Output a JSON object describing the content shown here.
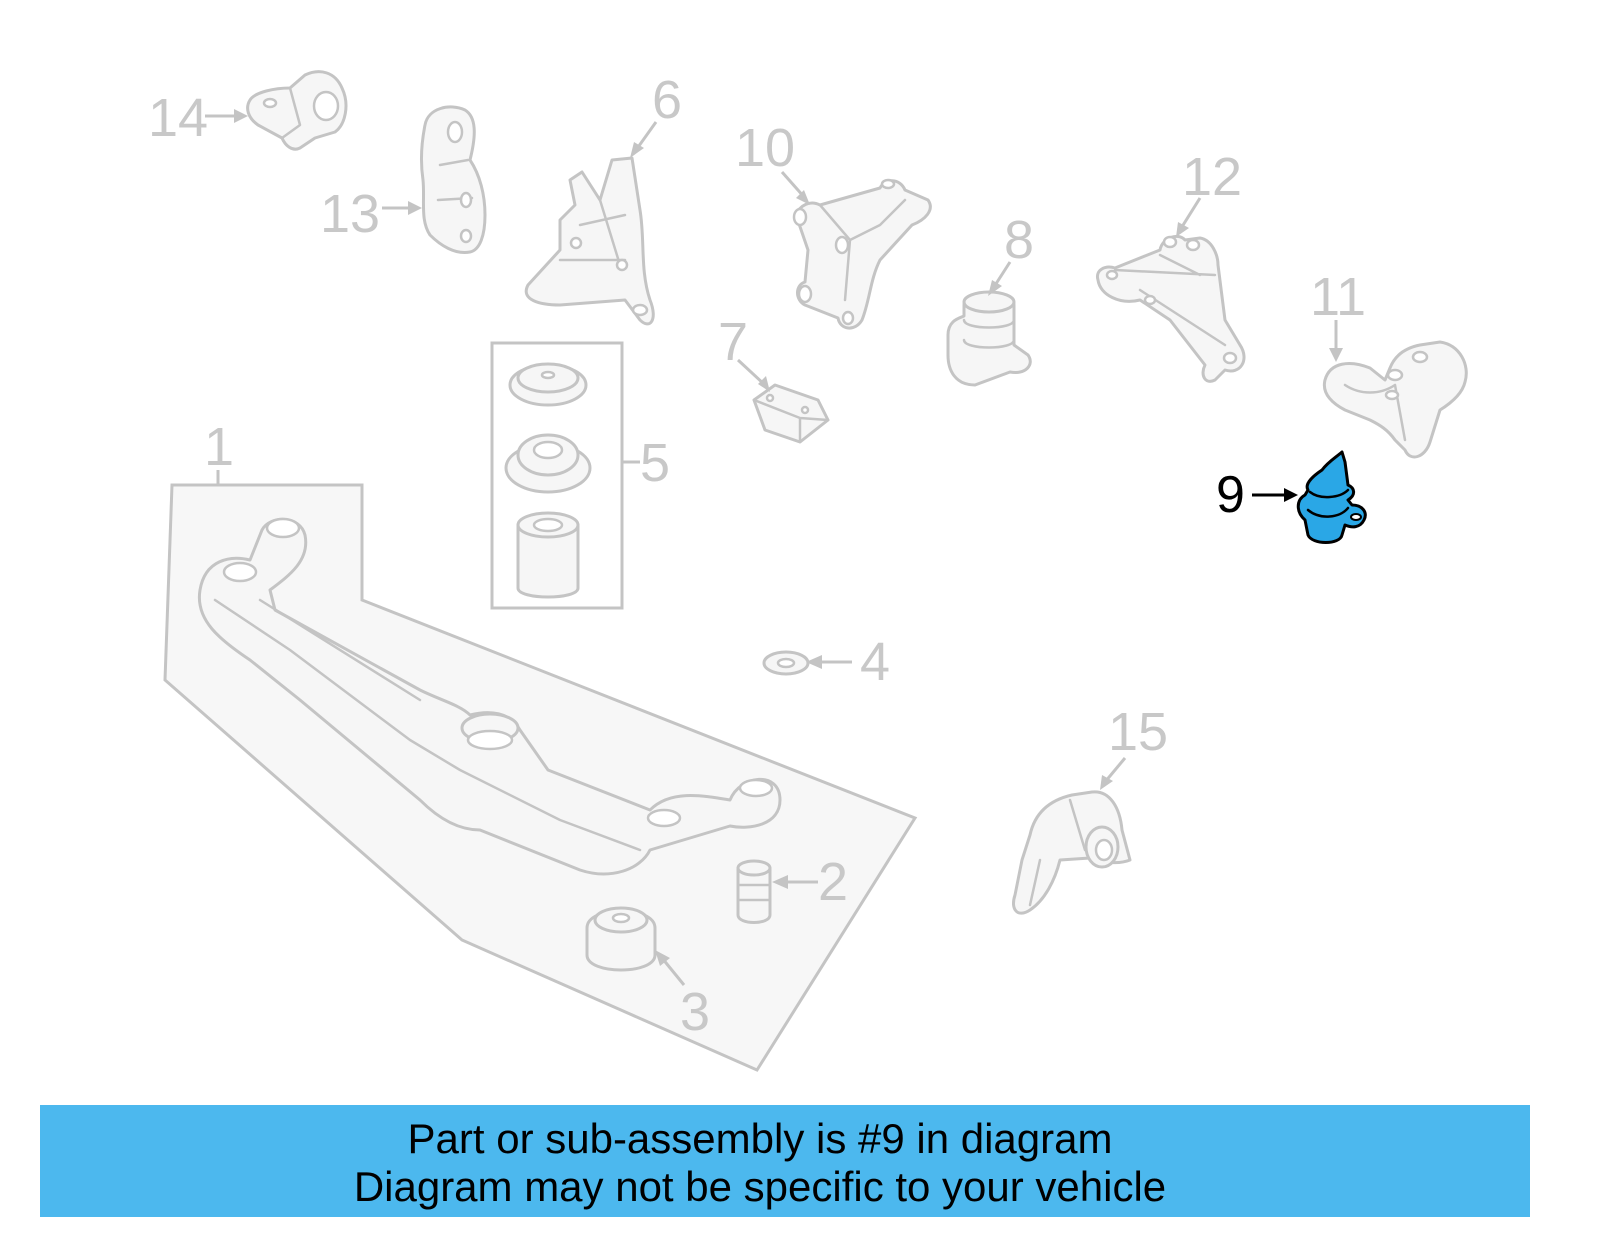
{
  "diagram": {
    "callouts": {
      "c1": "1",
      "c2": "2",
      "c3": "3",
      "c4": "4",
      "c5": "5",
      "c6": "6",
      "c7": "7",
      "c8": "8",
      "c9": "9",
      "c10": "10",
      "c11": "11",
      "c12": "12",
      "c13": "13",
      "c14": "14",
      "c15": "15"
    },
    "highlighted_part": "9",
    "colors": {
      "highlight": "#2aa7e6",
      "banner": "#4cb8ee",
      "part_line": "#c4c4c4",
      "active_label": "#000000"
    }
  },
  "banner": {
    "line1": "Part or sub-assembly is #9 in diagram",
    "line2": "Diagram may not be specific to your vehicle"
  }
}
